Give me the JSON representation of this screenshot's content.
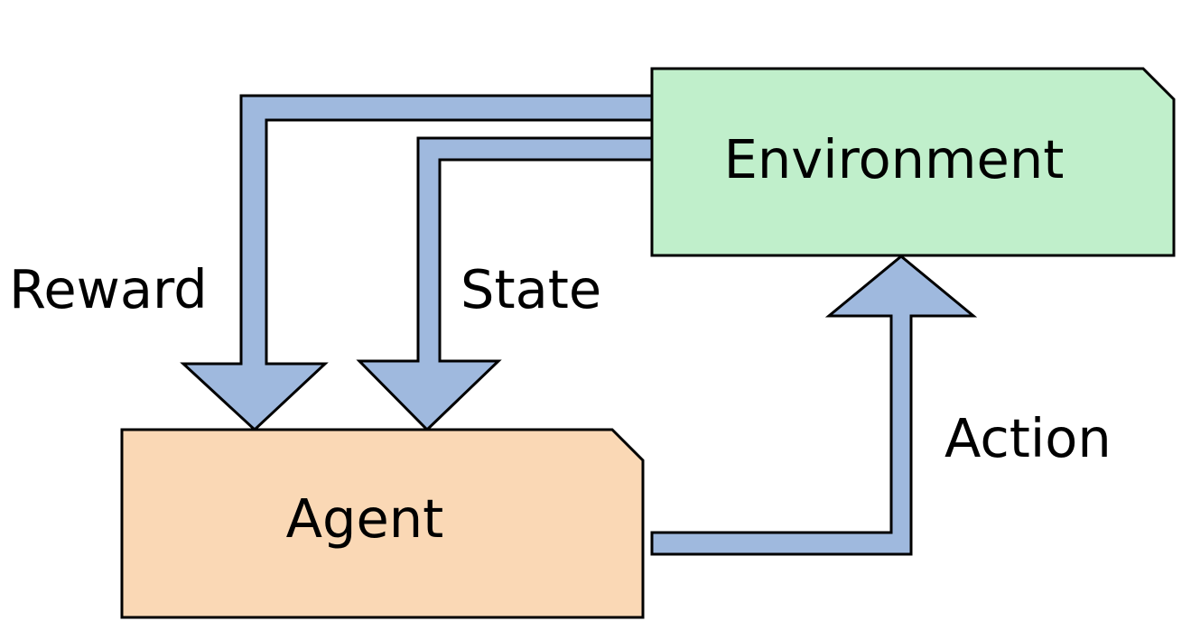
{
  "nodes": {
    "environment": {
      "label": "Environment",
      "fill": "#c0efcb"
    },
    "agent": {
      "label": "Agent",
      "fill": "#fad8b5"
    }
  },
  "edges": {
    "reward": {
      "label": "Reward"
    },
    "state": {
      "label": "State"
    },
    "action": {
      "label": "Action"
    }
  },
  "colors": {
    "arrow_fill": "#9fb9de",
    "stroke": "#000000",
    "background": "#ffffff"
  }
}
